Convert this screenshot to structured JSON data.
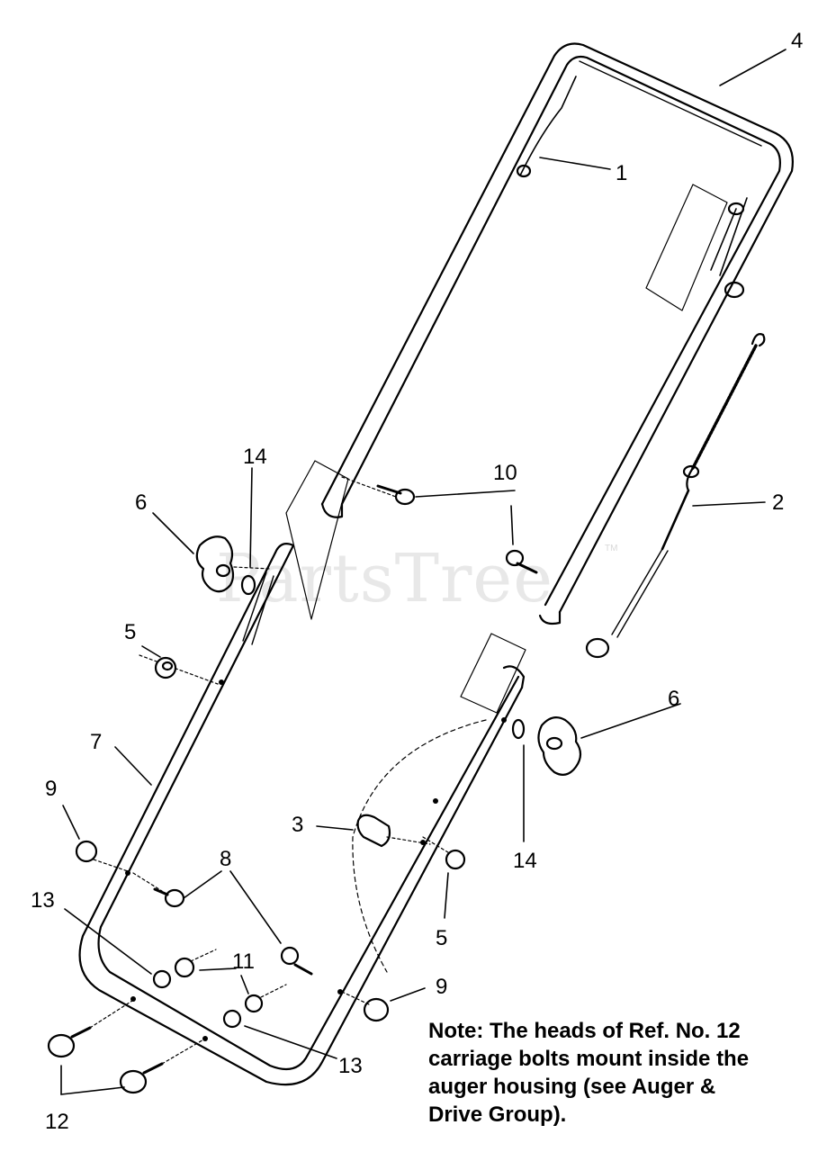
{
  "watermark": {
    "text": "PartsTree",
    "tm": "TM"
  },
  "callouts": {
    "c1": "1",
    "c2": "2",
    "c3": "3",
    "c4": "4",
    "c5a": "5",
    "c5b": "5",
    "c6a": "6",
    "c6b": "6",
    "c7": "7",
    "c8": "8",
    "c9a": "9",
    "c9b": "9",
    "c10a": "10",
    "c11": "11",
    "c12": "12",
    "c13a": "13",
    "c13b": "13",
    "c14a": "14",
    "c14b": "14"
  },
  "note": {
    "line1": "Note: The heads of Ref. No. 12",
    "line2": "carriage bolts mount inside the",
    "line3": "auger housing (see Auger &",
    "line4": "Drive Group)."
  }
}
